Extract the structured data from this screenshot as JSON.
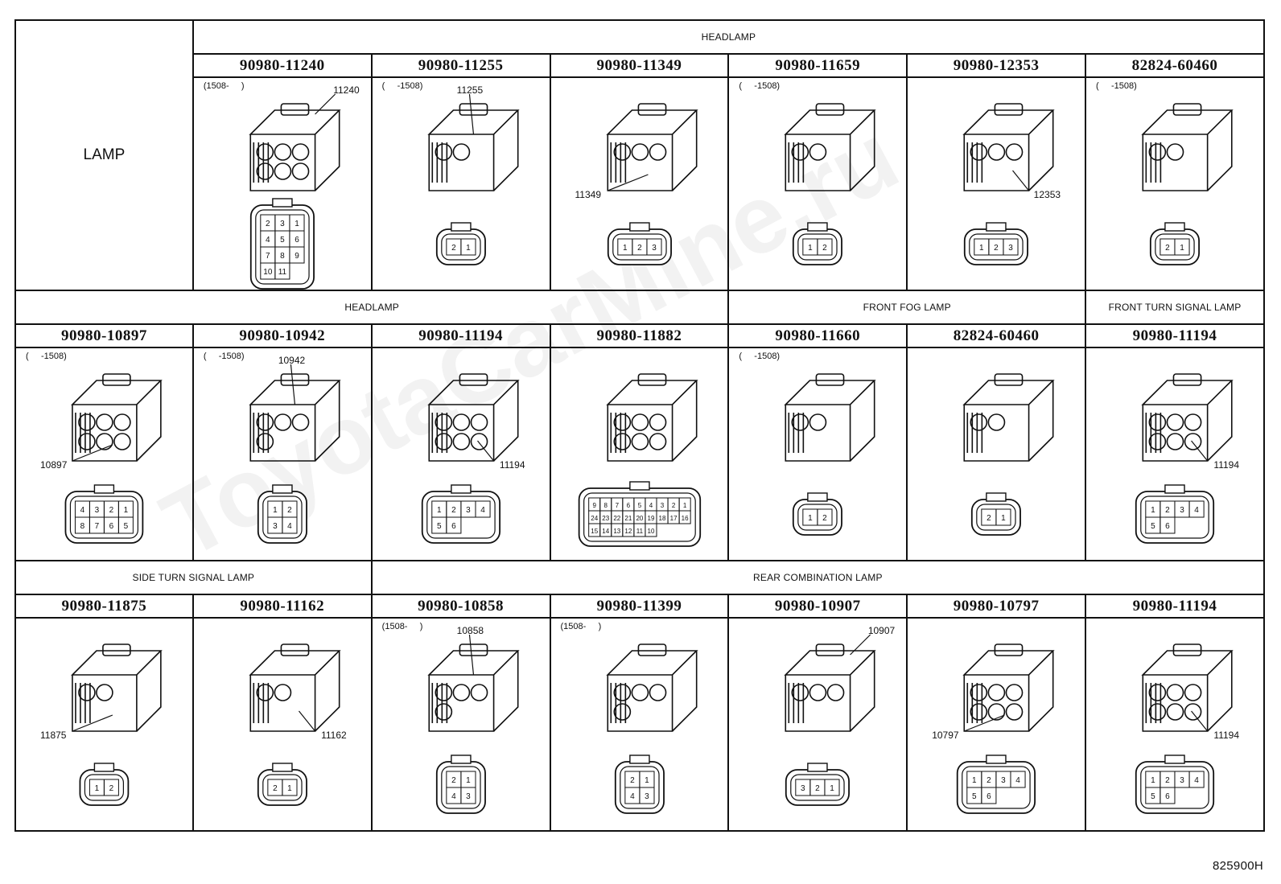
{
  "lamp_label": "LAMP",
  "footer_code": "825900H",
  "watermark": "ToyotaCarMine.ru",
  "rows": [
    {
      "groups": [
        {
          "label": "HEADLAMP",
          "span": 6
        }
      ],
      "cells": [
        {
          "part": "90980-11240",
          "note": "(1508-     )",
          "callout": "11240",
          "callout_pos": "tr",
          "pins": [
            "2",
            "3",
            "1",
            "4",
            "5",
            "6",
            "7",
            "8",
            "9",
            "10",
            "11"
          ],
          "kind": "big12"
        },
        {
          "part": "90980-11255",
          "note": "(     -1508)",
          "callout": "11255",
          "callout_pos": "tc",
          "pins": [
            "2",
            "1"
          ],
          "kind": "oval2"
        },
        {
          "part": "90980-11349",
          "note": "",
          "callout": "11349",
          "callout_pos": "bl",
          "pins": [
            "1",
            "2",
            "3"
          ],
          "kind": "oval3"
        },
        {
          "part": "90980-11659",
          "note": "(     -1508)",
          "callout": "",
          "callout_pos": "",
          "pins": [
            "1",
            "2"
          ],
          "kind": "latch2"
        },
        {
          "part": "90980-12353",
          "note": "",
          "callout": "12353",
          "callout_pos": "br",
          "pins": [
            "1",
            "2",
            "3"
          ],
          "kind": "rect3"
        },
        {
          "part": "82824-60460",
          "note": "(     -1508)",
          "callout": "",
          "callout_pos": "",
          "pins": [
            "2",
            "1"
          ],
          "kind": "round2"
        }
      ]
    },
    {
      "groups": [
        {
          "label": "HEADLAMP",
          "span": 4
        },
        {
          "label": "FRONT FOG LAMP",
          "span": 2
        },
        {
          "label": "FRONT TURN SIGNAL LAMP",
          "span": 1
        }
      ],
      "cells": [
        {
          "part": "90980-10897",
          "note": "(     -1508)",
          "callout": "10897",
          "callout_pos": "bl",
          "pins": [
            "4",
            "3",
            "2",
            "1",
            "8",
            "7",
            "6",
            "5"
          ],
          "kind": "round8"
        },
        {
          "part": "90980-10942",
          "note": "(     -1508)",
          "callout": "10942",
          "callout_pos": "tc",
          "pins": [
            "1",
            "2",
            "3",
            "4"
          ],
          "kind": "sq4"
        },
        {
          "part": "90980-11194",
          "note": "",
          "callout": "11194",
          "callout_pos": "br",
          "pins": [
            "1",
            "2",
            "3",
            "4",
            "5",
            "6"
          ],
          "kind": "sq6"
        },
        {
          "part": "90980-11882",
          "note": "",
          "callout": "",
          "callout_pos": "",
          "pins": [
            "9",
            "8",
            "7",
            "6",
            "5",
            "4",
            "3",
            "2",
            "1",
            "24",
            "23",
            "22",
            "21",
            "20",
            "19",
            "18",
            "17",
            "16",
            "15",
            "14",
            "13",
            "12",
            "11",
            "10"
          ],
          "kind": "multi24"
        },
        {
          "part": "90980-11660",
          "note": "(     -1508)",
          "callout": "",
          "callout_pos": "",
          "pins": [
            "1",
            "2"
          ],
          "kind": "latch2"
        },
        {
          "part": "82824-60460",
          "note": "",
          "callout": "",
          "callout_pos": "",
          "pins": [
            "2",
            "1"
          ],
          "kind": "round2"
        },
        {
          "part": "90980-11194",
          "note": "",
          "callout": "11194",
          "callout_pos": "br",
          "pins": [
            "1",
            "2",
            "3",
            "4",
            "5",
            "6"
          ],
          "kind": "sq6"
        }
      ]
    },
    {
      "groups": [
        {
          "label": "SIDE TURN SIGNAL LAMP",
          "span": 2
        },
        {
          "label": "REAR COMBINATION LAMP",
          "span": 5
        }
      ],
      "cells": [
        {
          "part": "90980-11875",
          "note": "",
          "callout": "11875",
          "callout_pos": "bl",
          "pins": [
            "1",
            "2"
          ],
          "kind": "small2"
        },
        {
          "part": "90980-11162",
          "note": "",
          "callout": "11162",
          "callout_pos": "br",
          "pins": [
            "2",
            "1"
          ],
          "kind": "round2b"
        },
        {
          "part": "90980-10858",
          "note": "(1508-     )",
          "callout": "10858",
          "callout_pos": "tc",
          "pins": [
            "2",
            "1",
            "4",
            "3"
          ],
          "kind": "clip4"
        },
        {
          "part": "90980-11399",
          "note": "(1508-     )",
          "callout": "",
          "callout_pos": "",
          "pins": [
            "2",
            "1",
            "4",
            "3"
          ],
          "kind": "clip4b"
        },
        {
          "part": "90980-10907",
          "note": "",
          "callout": "10907",
          "callout_pos": "tr",
          "pins": [
            "3",
            "2",
            "1"
          ],
          "kind": "flat3"
        },
        {
          "part": "90980-10797",
          "note": "",
          "callout": "10797",
          "callout_pos": "bl",
          "pins": [
            "1",
            "2",
            "3",
            "4",
            "5",
            "6"
          ],
          "kind": "flat6"
        },
        {
          "part": "90980-11194",
          "note": "",
          "callout": "11194",
          "callout_pos": "br",
          "pins": [
            "1",
            "2",
            "3",
            "4",
            "5",
            "6"
          ],
          "kind": "sq6"
        }
      ]
    }
  ]
}
